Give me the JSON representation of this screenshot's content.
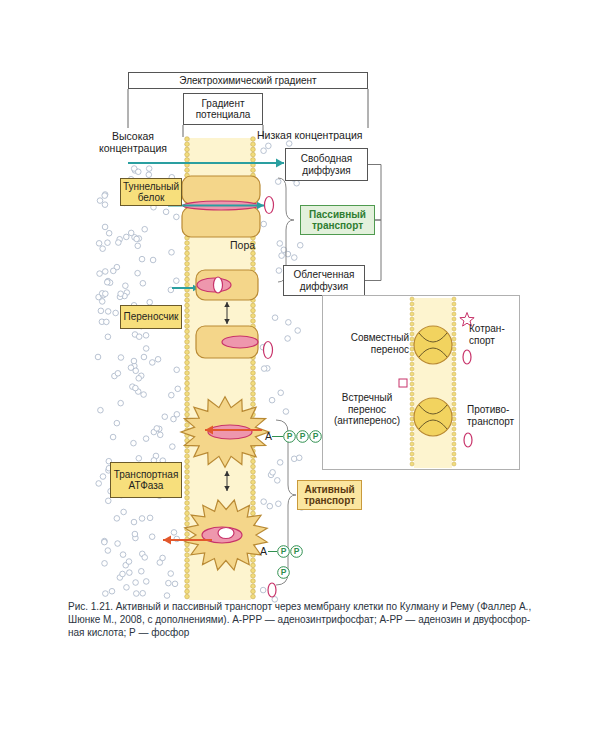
{
  "diagram": {
    "caption": "Рис. 1.21. Активный и пассивный транспорт через мембрану клетки по Кулману и Рему (Фаллер А., Шюнке М., 2008, с дополнениями). A-PPP — аденозинтрифосфат; A-PP — аденозин и двуфосфор- ная кислота; P — фосфор",
    "nodes": [
      {
        "text": [
          "Электрохимический градиент"
        ]
      },
      {
        "text": [
          "Градиент потенциала"
        ]
      },
      {
        "text": [
          "Свободная диффузия"
        ]
      },
      {
        "text": [
          "Туннельный белок"
        ]
      },
      {
        "text": [
          "Пассивный транспорт"
        ]
      },
      {
        "text": [
          "Облегченная диффузия"
        ]
      },
      {
        "text": [
          "Переносчик"
        ]
      },
      {
        "text": [
          "Совместный перенос",
          "Котран- спорт",
          "Встречный перенос (антиперенос)",
          "Противо- транспорт"
        ]
      },
      {
        "text": [
          "P"
        ]
      },
      {
        "text": [
          "P"
        ]
      },
      {
        "text": [
          "P"
        ]
      },
      {
        "text": [
          "Транспортная АТФаза"
        ]
      },
      {
        "text": [
          "Активный транспорт"
        ]
      },
      {
        "text": [
          "P"
        ]
      },
      {
        "text": [
          "P"
        ]
      },
      {
        "text": [
          "P"
        ]
      }
    ],
    "edges": [
      {
        "from": 4,
        "to": 2,
        "arrow": "none"
      },
      {
        "from": 4,
        "to": 5,
        "arrow": "none"
      }
    ],
    "labels": [
      "Высокая концентрация",
      "Низкая концентрация",
      "Пора",
      "A",
      "A"
    ]
  }
}
